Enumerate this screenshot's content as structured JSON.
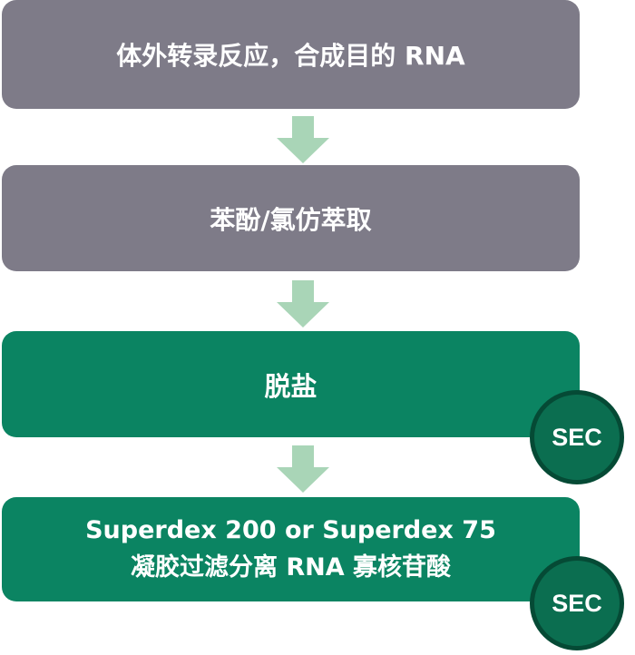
{
  "steps": [
    {
      "lines": [
        "体外转录反应，合成目的 RNA"
      ],
      "color": "#7e7b88"
    },
    {
      "lines": [
        "苯酚/氯仿萃取"
      ],
      "color": "#7e7b88"
    },
    {
      "lines": [
        "脱盐"
      ],
      "color": "#0b8462",
      "badge": "SEC"
    },
    {
      "lines": [
        "Superdex 200 or Superdex 75",
        "凝胶过滤分离 RNA 寡核苷酸"
      ],
      "color": "#0b8462",
      "badge": "SEC"
    }
  ],
  "arrow_color": "#a9d5b7",
  "badge_color": "#0b6e50",
  "badge_border_color": "#054a35"
}
